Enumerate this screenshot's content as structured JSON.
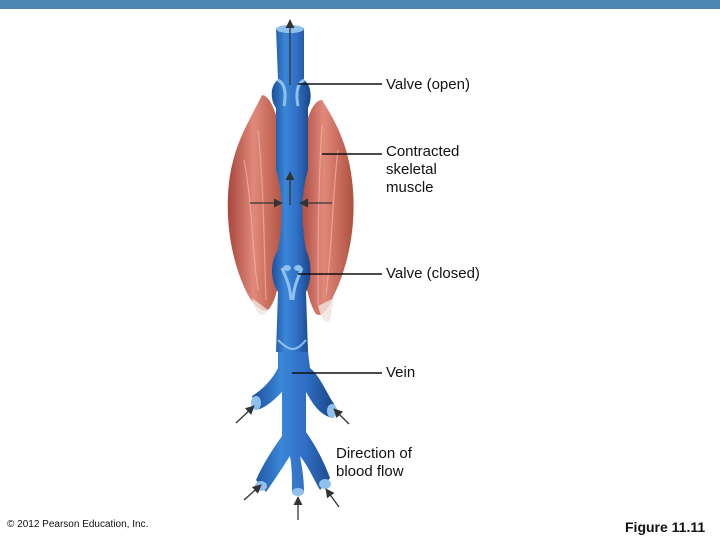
{
  "header": {
    "bar_color": "#4a86b0"
  },
  "diagram": {
    "labels": {
      "valve_open": "Valve (open)",
      "contracted_muscle": "Contracted\nskeletal\nmuscle",
      "valve_closed": "Valve (closed)",
      "vein": "Vein",
      "direction": "Direction of\nblood flow"
    },
    "colors": {
      "vein": "#2f6fc4",
      "vein_dark": "#1d4f99",
      "vein_light": "#8fc0ee",
      "muscle": "#c66558",
      "muscle_light": "#e6a89a",
      "tendon": "#efe3dc"
    }
  },
  "footer": {
    "copyright": "© 2012 Pearson Education, Inc.",
    "figure": "Figure 11.11"
  }
}
